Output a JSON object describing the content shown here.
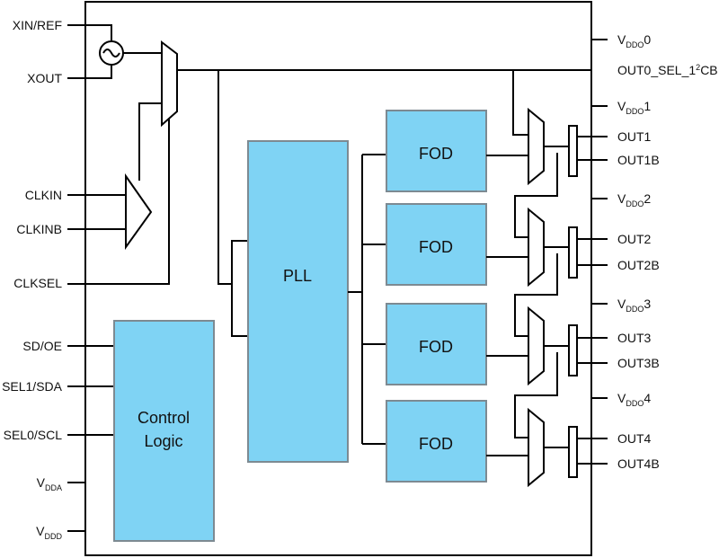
{
  "pins_left": {
    "xin_ref": "XIN/REF",
    "xout": "XOUT",
    "clkin": "CLKIN",
    "clkinb": "CLKINB",
    "clksel": "CLKSEL",
    "sd_oe": "SD/OE",
    "sel1_sda": "SEL1/SDA",
    "sel0_scl": "SEL0/SCL",
    "vdda": {
      "main": "V",
      "sub": "DDA"
    },
    "vddd": {
      "main": "V",
      "sub": "DDD"
    }
  },
  "pins_right": {
    "vddo0": {
      "main": "V",
      "sub": "DDO",
      "suffix": "0"
    },
    "out0_sel": {
      "pre": "OUT0_SEL_1",
      "sup": "2",
      "post": "CB"
    },
    "vddo1": {
      "main": "V",
      "sub": "DDO",
      "suffix": "1"
    },
    "out1": "OUT1",
    "out1b": "OUT1B",
    "vddo2": {
      "main": "V",
      "sub": "DDO",
      "suffix": "2"
    },
    "out2": "OUT2",
    "out2b": "OUT2B",
    "vddo3": {
      "main": "V",
      "sub": "DDO",
      "suffix": "3"
    },
    "out3": "OUT3",
    "out3b": "OUT3B",
    "vddo4": {
      "main": "V",
      "sub": "DDO",
      "suffix": "4"
    },
    "out4": "OUT4",
    "out4b": "OUT4B"
  },
  "blocks": {
    "control_line1": "Control",
    "control_line2": "Logic",
    "pll": "PLL",
    "fod": [
      "FOD",
      "FOD",
      "FOD",
      "FOD"
    ]
  },
  "colors": {
    "block_fill": "#7fd3f4",
    "block_border": "#7d8a92",
    "wire": "#000000"
  },
  "icons": {
    "oscillator": "crystal-oscillator-icon",
    "input_buffer": "differential-buffer-icon",
    "mux": "multiplexer-icon",
    "output_driver": "output-driver-icon"
  }
}
